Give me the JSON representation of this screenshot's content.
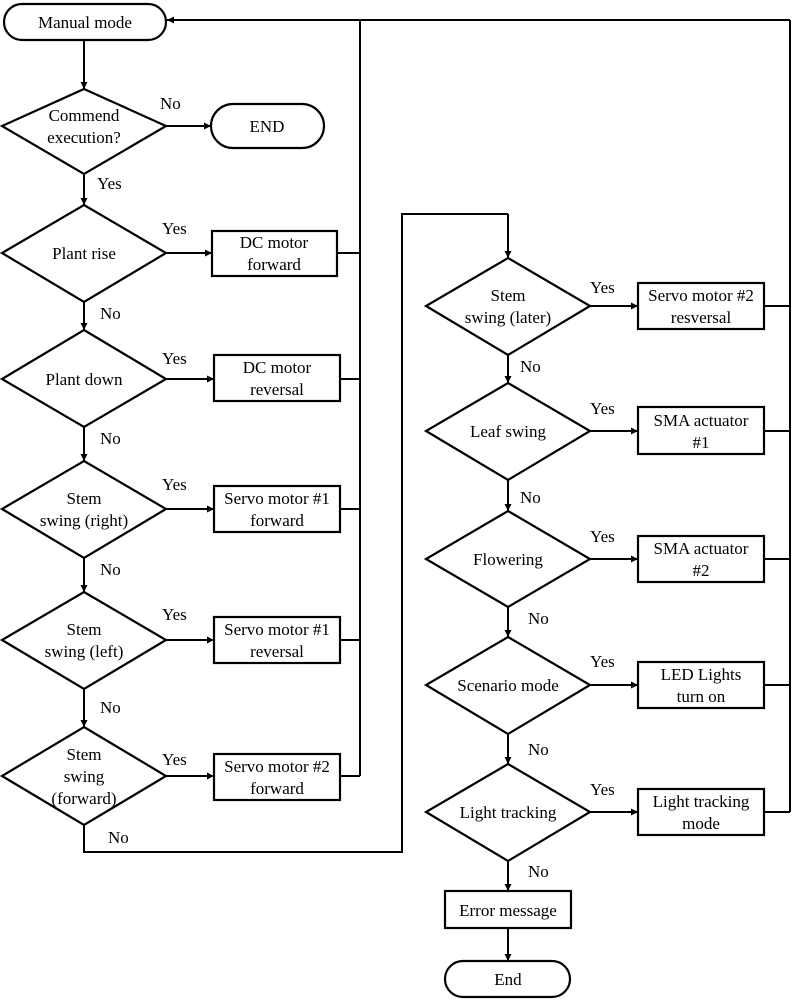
{
  "start": {
    "lines": [
      "Manual mode"
    ]
  },
  "command_check": {
    "lines": [
      "Commend",
      "execution?"
    ]
  },
  "end_top": {
    "lines": [
      "END"
    ]
  },
  "left_decisions": [
    {
      "question": [
        "Plant rise"
      ],
      "action": [
        "DC motor",
        "forward"
      ]
    },
    {
      "question": [
        "Plant down"
      ],
      "action": [
        "DC motor",
        "reversal"
      ]
    },
    {
      "question": [
        "Stem",
        "swing (right)"
      ],
      "action": [
        "Servo motor #1",
        "forward"
      ]
    },
    {
      "question": [
        "Stem",
        "swing (left)"
      ],
      "action": [
        "Servo motor #1",
        "reversal"
      ]
    },
    {
      "question": [
        "Stem",
        "swing",
        "(forward)"
      ],
      "action": [
        "Servo motor #2",
        "forward"
      ]
    }
  ],
  "right_decisions": [
    {
      "question": [
        "Stem",
        "swing (later)"
      ],
      "action": [
        "Servo motor #2",
        "resversal"
      ]
    },
    {
      "question": [
        "Leaf swing"
      ],
      "action": [
        "SMA actuator",
        "#1"
      ]
    },
    {
      "question": [
        "Flowering"
      ],
      "action": [
        "SMA actuator",
        "#2"
      ]
    },
    {
      "question": [
        "Scenario mode"
      ],
      "action": [
        "LED Lights",
        "turn on"
      ]
    },
    {
      "question": [
        "Light tracking"
      ],
      "action": [
        "Light tracking",
        "mode"
      ]
    }
  ],
  "error_box": {
    "lines": [
      "Error message"
    ]
  },
  "end_bottom": {
    "lines": [
      "End"
    ]
  },
  "labels": {
    "yes": "Yes",
    "no": "No"
  }
}
